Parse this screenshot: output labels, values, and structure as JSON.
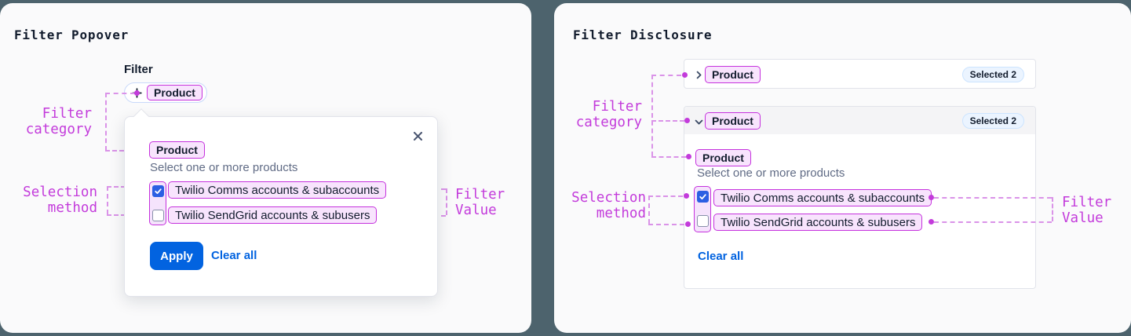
{
  "colors": {
    "page_background": "#4D636D",
    "card_background": "#FAFAFB",
    "annotation_magenta": "#C33BDB",
    "chip_background": "#F8E4FD",
    "chip_border": "#C531DD",
    "primary_blue": "#0263E0",
    "checkbox_checked_blue": "#2B5FE3",
    "badge_background": "#EBF4FF",
    "ink": "#121C2D",
    "muted_text": "#606B85",
    "divider_border": "#E1E3EA"
  },
  "left_card": {
    "title": "Filter Popover",
    "filter_label": "Filter",
    "filter_button": {
      "category": "Product"
    },
    "popover": {
      "category_chip": "Product",
      "helper_text": "Select one or more products",
      "options": [
        {
          "label": "Twilio Comms accounts & subaccounts",
          "checked": true
        },
        {
          "label": "Twilio SendGrid accounts & subusers",
          "checked": false
        }
      ],
      "apply_label": "Apply",
      "clear_all_label": "Clear all"
    },
    "annotations": {
      "filter_category": "Filter\ncategory",
      "selection_method": "Selection\nmethod",
      "filter_value": "Filter\nValue"
    }
  },
  "right_card": {
    "title": "Filter Disclosure",
    "rows": [
      {
        "state": "collapsed",
        "category_chip": "Product",
        "badge": "Selected 2"
      },
      {
        "state": "expanded",
        "category_chip": "Product",
        "badge": "Selected 2"
      }
    ],
    "expanded_panel": {
      "category_chip": "Product",
      "helper_text": "Select one or more products",
      "options": [
        {
          "label": "Twilio Comms accounts & subaccounts",
          "checked": true
        },
        {
          "label": "Twilio SendGrid accounts & subusers",
          "checked": false
        }
      ],
      "clear_all_label": "Clear all"
    },
    "annotations": {
      "filter_category": "Filter\ncategory",
      "selection_method": "Selection\nmethod",
      "filter_value": "Filter\nValue"
    }
  }
}
